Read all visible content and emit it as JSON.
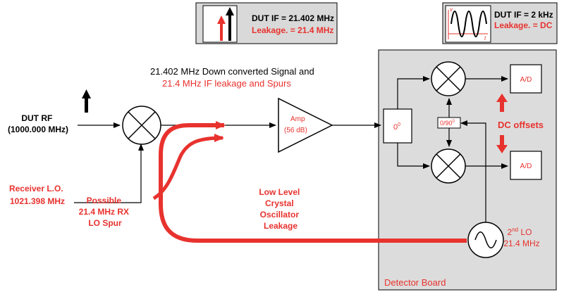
{
  "colors": {
    "signal_red": "#e8322e",
    "board_fill": "#dcdcdc",
    "inset_fill": "#d9d9d9",
    "line": "#000000"
  },
  "inset_left": {
    "line1": "DUT IF = 21.402 MHz",
    "line2": "Leakage. = 21.4 MHz"
  },
  "inset_right": {
    "axis_v": "v",
    "axis_t": "t",
    "line1": "DUT IF = 2 kHz",
    "line2": "Leakage. = DC"
  },
  "signal_title": {
    "line1": "21.402 MHz Down converted Signal and",
    "line2": "21.4 MHz IF leakage and Spurs"
  },
  "dut_rf": {
    "line1": "DUT RF",
    "line2": "(1000.000 MHz)"
  },
  "receiver_lo": {
    "line1": "Receiver L.O.",
    "line2": "1021.398 MHz"
  },
  "lo_spur": {
    "line1": "Possible",
    "line2": "21.4 MHz RX",
    "line3": "LO Spur"
  },
  "leakage": {
    "line1": "Low Level",
    "line2": "Crystal",
    "line3": "Oscillator",
    "line4": "Leakage"
  },
  "amp": {
    "line1": "Amp",
    "line2": "(56 dB)"
  },
  "splitter_label": "0",
  "splitter_sup": "0",
  "phase_label": {
    "a": "0/90",
    "sup": "0"
  },
  "ad_top": "A/D",
  "ad_bottom": "A/D",
  "dc_offsets": "DC offsets",
  "second_lo": {
    "pre": "2",
    "sup": "nd",
    "post": " LO",
    "line2": "21.4 MHz"
  },
  "board_label": "Detector Board"
}
